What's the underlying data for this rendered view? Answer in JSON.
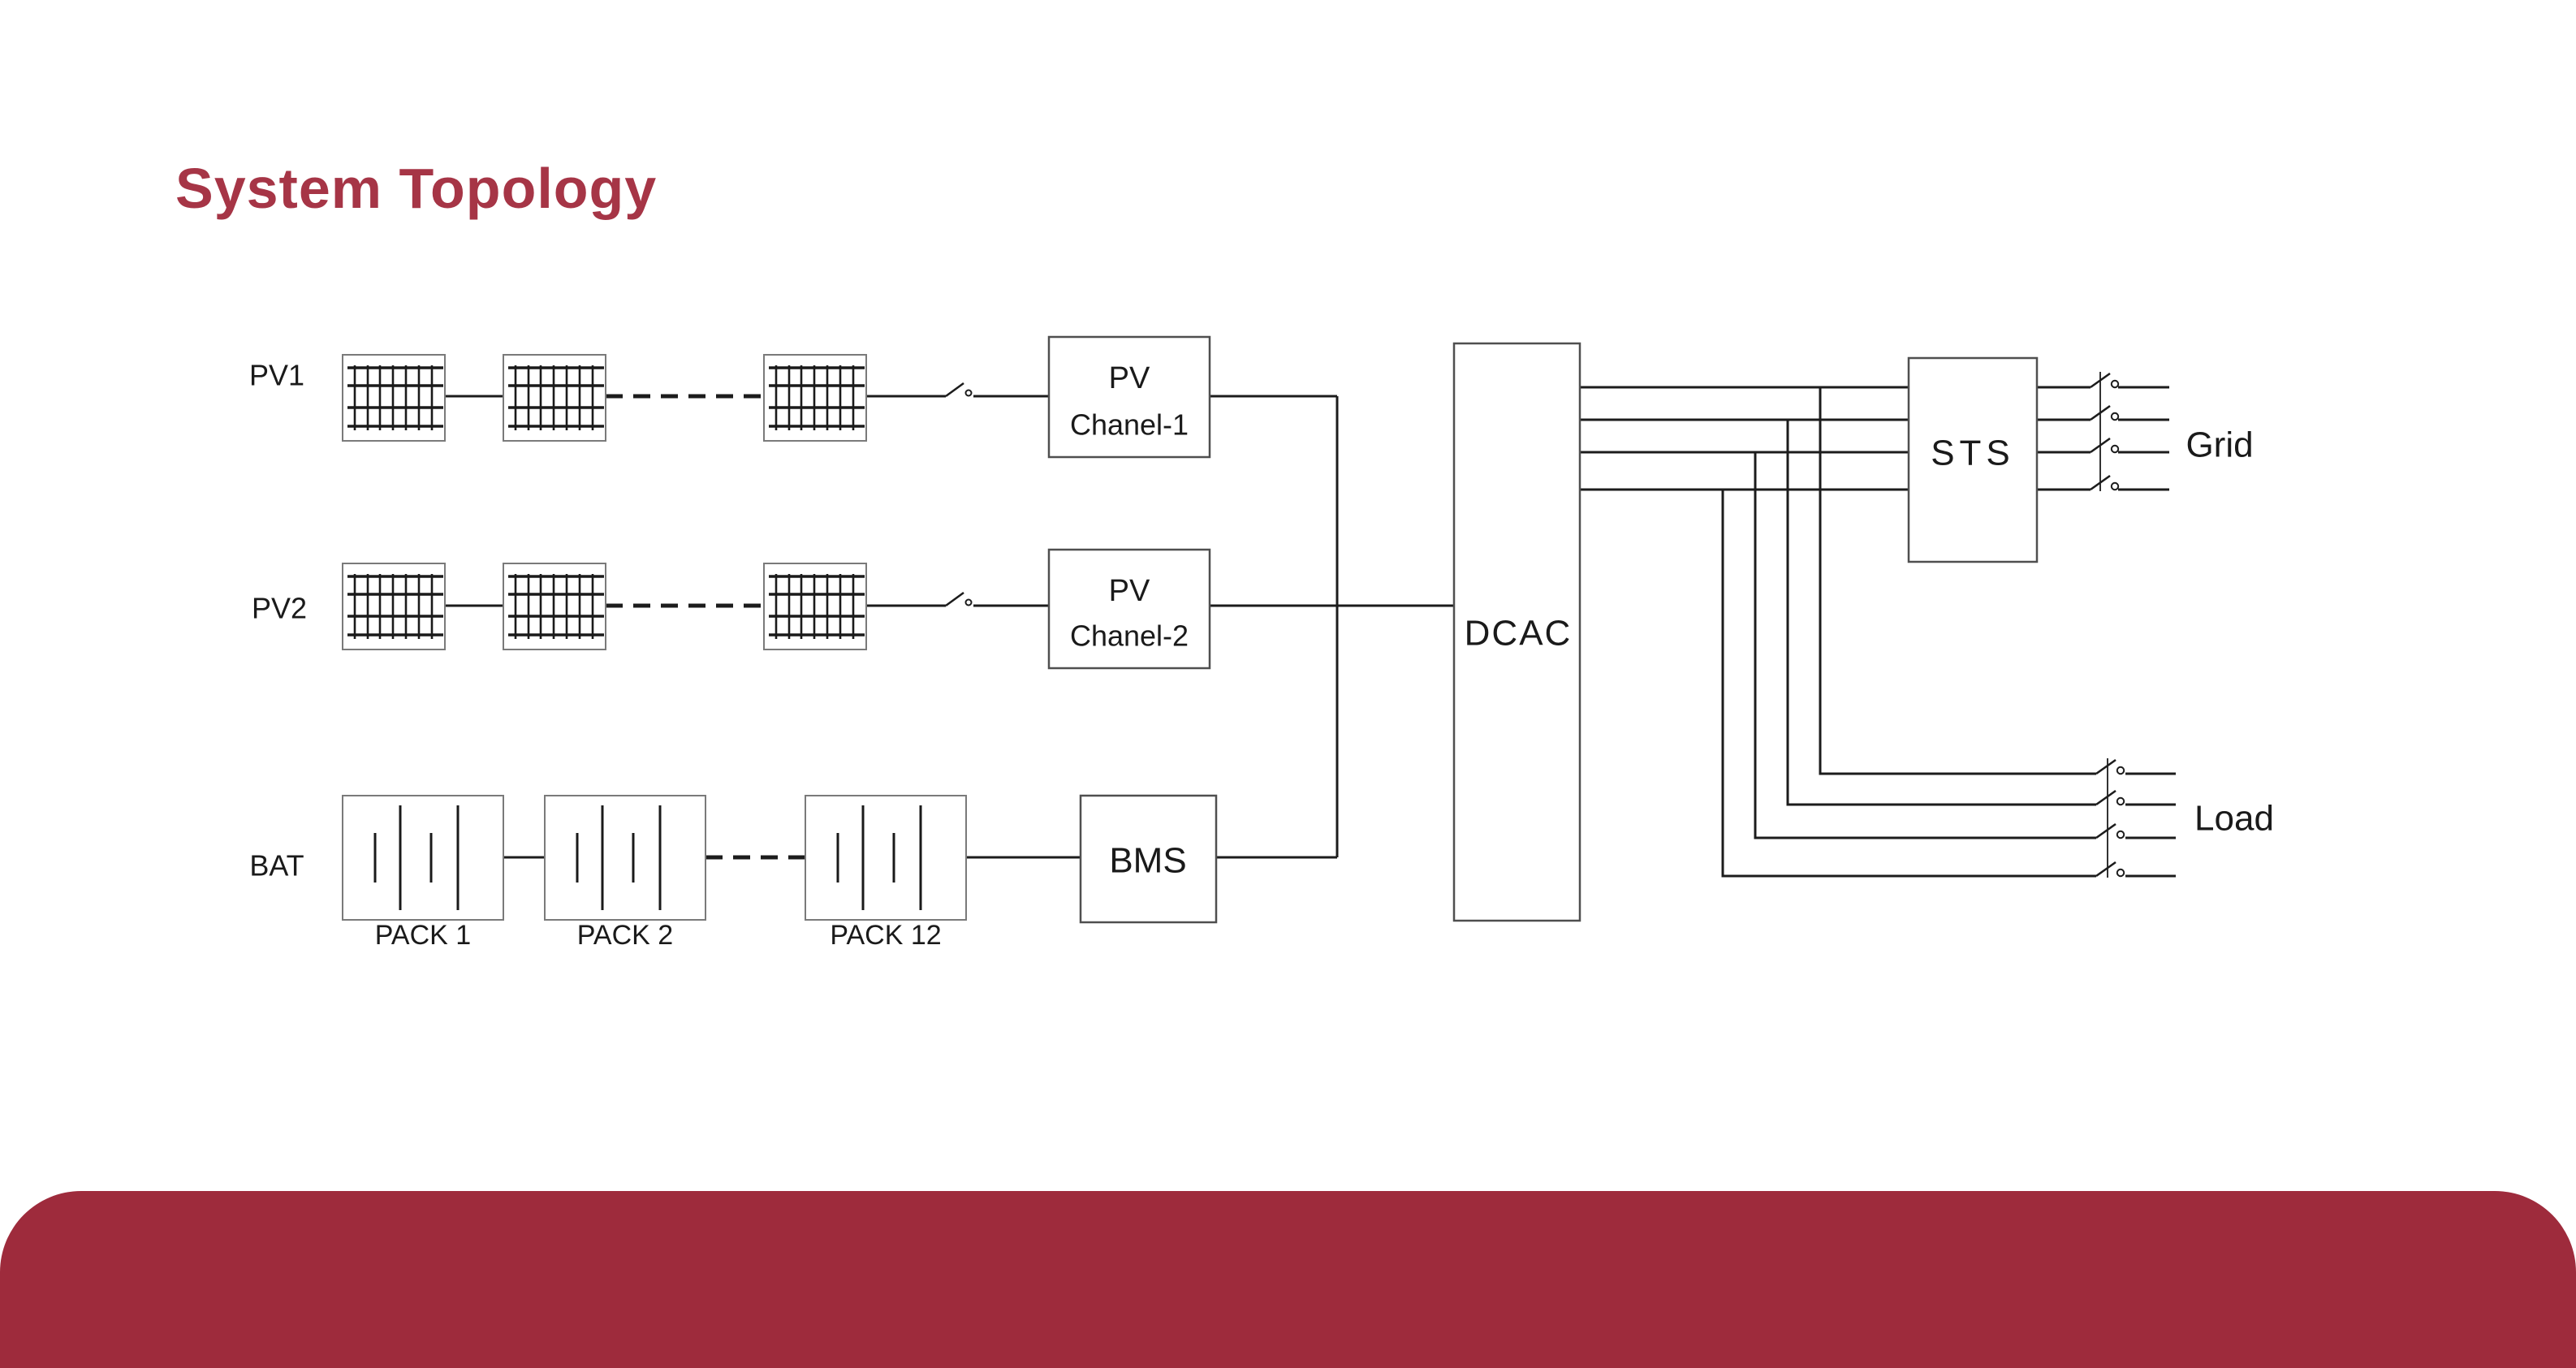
{
  "title": {
    "text": "System Topology"
  },
  "labels": {
    "pv1": "PV1",
    "pv2": "PV2",
    "bat": "BAT"
  },
  "channel1": {
    "line1": "PV",
    "line2": "Chanel-1"
  },
  "channel2": {
    "line1": "PV",
    "line2": "Chanel-2"
  },
  "bms": {
    "label": "BMS"
  },
  "dcac": {
    "label": "DCAC"
  },
  "sts": {
    "label": "STS"
  },
  "packs": [
    "PACK 1",
    "PACK 2",
    "PACK 12"
  ],
  "terminals": {
    "grid": "Grid",
    "load": "Load"
  },
  "colors": {
    "title_red": "#a63546",
    "footer_red": "#9e2b3c",
    "wire": "#1c1c1c",
    "box_border": "#4f4f4f",
    "icon_border": "#7a7a7a"
  }
}
